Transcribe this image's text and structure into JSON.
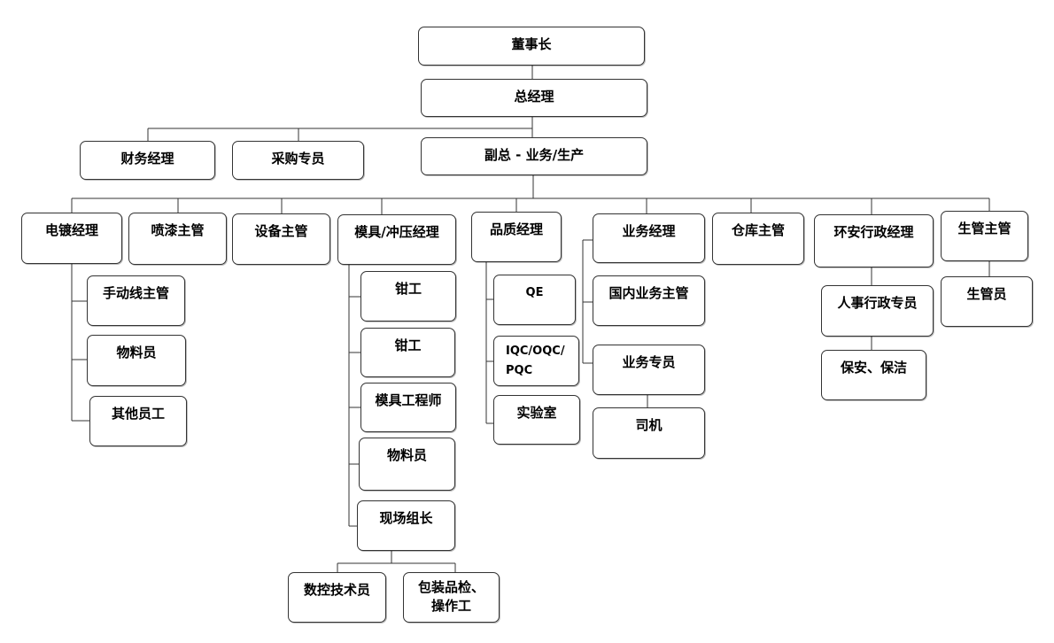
{
  "colors": {
    "line": "#333333",
    "box_border": "#333333",
    "box_fill": "#ffffff",
    "text": "#000000"
  },
  "nodes": {
    "chairman": "董事长",
    "general_manager": "总经理",
    "finance_manager": "财务经理",
    "purchasing_specialist": "采购专员",
    "deputy_gm": "副总 - 业务/生产",
    "plating_manager": "电镀经理",
    "painting_supervisor": "喷漆主管",
    "equipment_supervisor": "设备主管",
    "mold_stamping_manager": "模具/冲压经理",
    "quality_manager": "品质经理",
    "sales_manager": "业务经理",
    "warehouse_supervisor": "仓库主管",
    "env_safety_admin_manager": "环安行政经理",
    "production_control_supervisor": "生管主管",
    "manual_line_supervisor": "手动线主管",
    "plating_material_clerk": "物料员",
    "other_staff": "其他员工",
    "fitter_1": "钳工",
    "fitter_2": "钳工",
    "mold_engineer": "模具工程师",
    "mold_material_clerk": "物料员",
    "site_team_leader": "现场组长",
    "cnc_technician": "数控技术员",
    "packing_inspection_operator": "包装品检、\n操作工",
    "qe": "QE",
    "iqc_oqc_pqc": "IQC/OQC/\nPQC",
    "laboratory": "实验室",
    "domestic_sales_supervisor": "国内业务主管",
    "sales_specialist": "业务专员",
    "driver": "司机",
    "hr_admin_specialist": "人事行政专员",
    "security_cleaning": "保安、保洁",
    "production_controller": "生管员"
  }
}
